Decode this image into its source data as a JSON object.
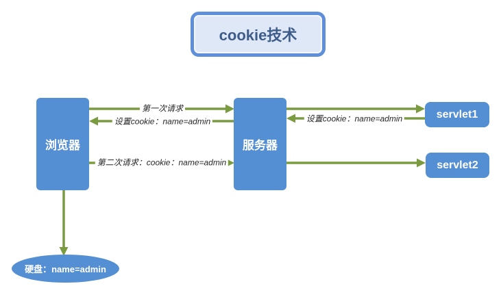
{
  "title": {
    "text": "cookie技术"
  },
  "nodes": {
    "browser": {
      "label": "浏览器"
    },
    "server": {
      "label": "服务器"
    },
    "servlet1": {
      "label": "servlet1"
    },
    "servlet2": {
      "label": "servlet2"
    },
    "disk": {
      "label": "硬盘：name=admin"
    }
  },
  "edges": [
    {
      "id": "first-request",
      "from": "browser",
      "to": "server",
      "label": "第一次请求"
    },
    {
      "id": "set-cookie-to-browser",
      "from": "server",
      "to": "browser",
      "label": "设置cookie：name=admin"
    },
    {
      "id": "second-request",
      "from": "browser",
      "to": "server",
      "label": "第二次请求：cookie：name=admin"
    },
    {
      "id": "server-to-servlet1",
      "from": "server",
      "to": "servlet1",
      "label": ""
    },
    {
      "id": "set-cookie-from-servlet1",
      "from": "servlet1",
      "to": "server",
      "label": "设置cookie：name=admin"
    },
    {
      "id": "server-to-servlet2",
      "from": "server",
      "to": "servlet2",
      "label": ""
    },
    {
      "id": "browser-to-disk",
      "from": "browser",
      "to": "disk",
      "label": ""
    }
  ],
  "colors": {
    "node_fill": "#548ED3",
    "node_text": "#FFFFFF",
    "arrow": "#7A9B3F",
    "title_fill": "#DEE8F6",
    "title_border": "#5F8FD8",
    "title_text": "#3E5C8A",
    "edge_label_text": "#262626",
    "background": "#FFFFFF"
  }
}
